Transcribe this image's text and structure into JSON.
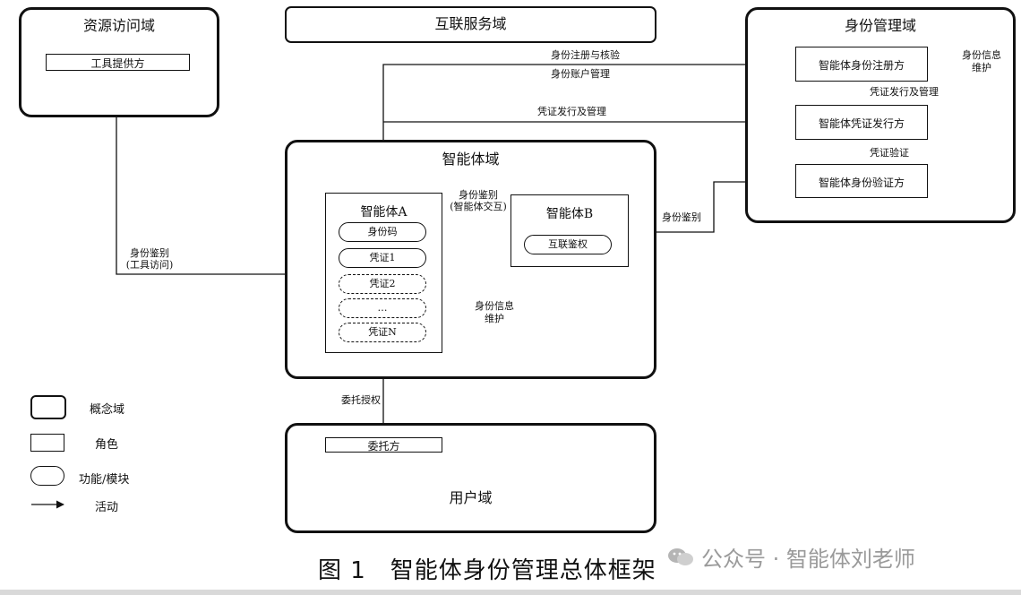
{
  "domains": {
    "resource": "资源访问域",
    "internet": "互联服务域",
    "identity": "身份管理域",
    "agent": "智能体域",
    "user": "用户域"
  },
  "roles": {
    "tool_provider": "工具提供方",
    "registrar": "智能体身份注册方",
    "issuer": "智能体凭证发行方",
    "verifier": "智能体身份验证方",
    "agent_a": "智能体A",
    "agent_b": "智能体B",
    "delegator": "委托方"
  },
  "modules": {
    "identity_code": "身份码",
    "credential_1": "凭证1",
    "credential_2": "凭证2",
    "ellipsis": "…",
    "credential_n": "凭证N",
    "interconnect_auth": "互联鉴权"
  },
  "labels": {
    "register_verify": "身份注册与核验",
    "account_mgmt": "身份账户管理",
    "cred_issue_mgmt_top": "凭证发行及管理",
    "cred_issue_mgmt_right": "凭证发行及管理",
    "cred_verify": "凭证验证",
    "id_info_line1": "身份信息",
    "id_info_line2": "维护",
    "agent_id_info_line1": "身份信息",
    "agent_id_info_line2": "维护",
    "auth_ab_line1": "身份鉴别",
    "auth_ab_line2": "(智能体交互)",
    "auth_tool_line1": "身份鉴别",
    "auth_tool_line2": "(工具访问)",
    "auth_b": "身份鉴别",
    "delegate_auth": "委托授权"
  },
  "legend": {
    "concept_domain": "概念域",
    "role": "角色",
    "function_module": "功能/模块",
    "activity": "活动"
  },
  "caption": "图 1　智能体身份管理总体框架",
  "watermark": "公众号 · 智能体刘老师"
}
